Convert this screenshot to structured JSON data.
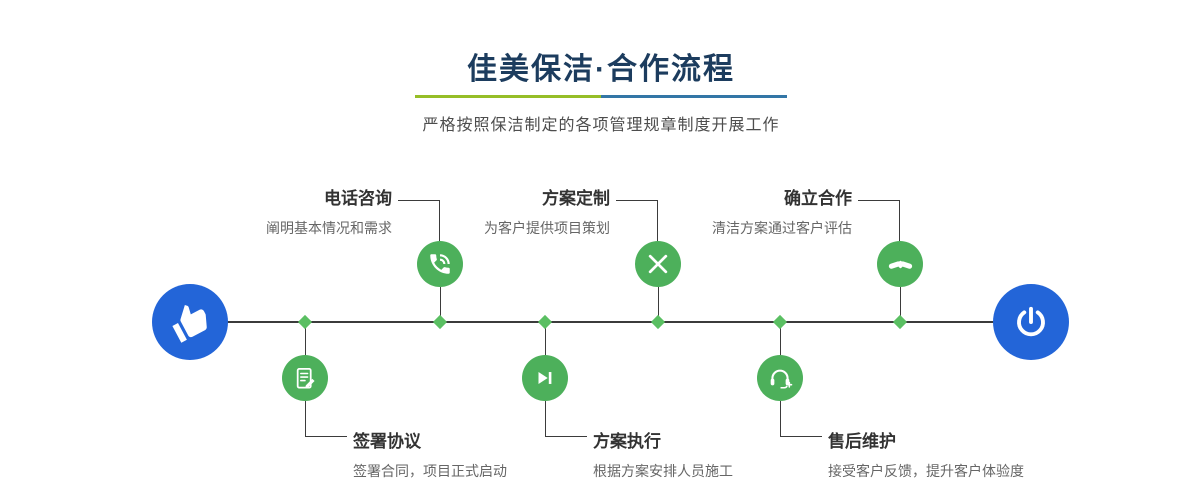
{
  "header": {
    "title": "佳美保洁·合作流程",
    "subtitle": "严格按照保洁制定的各项管理规章制度开展工作"
  },
  "timeline": {
    "start_icon": "pointing-hand-icon",
    "end_icon": "power-icon"
  },
  "steps": {
    "top": [
      {
        "title": "电话咨询",
        "desc": "阐明基本情况和需求",
        "icon": "phone-icon"
      },
      {
        "title": "方案定制",
        "desc": "为客户提供项目策划",
        "icon": "tools-icon"
      },
      {
        "title": "确立合作",
        "desc": "清洁方案通过客户评估",
        "icon": "handshake-icon"
      }
    ],
    "bottom": [
      {
        "title": "签署协议",
        "desc": "签署合同，项目正式启动",
        "icon": "document-edit-icon"
      },
      {
        "title": "方案执行",
        "desc": "根据方案安排人员施工",
        "icon": "play-icon"
      },
      {
        "title": "售后维护",
        "desc": "接受客户反馈，提升客户体验度",
        "icon": "headset-plus-icon"
      }
    ]
  },
  "colors": {
    "accent_blue": "#2365d8",
    "accent_green": "#4db05b",
    "diamond_green": "#5abf62",
    "line": "#3b3b3b",
    "title_color": "#1c3c5e",
    "underline_green": "#96be27",
    "underline_blue": "#3376a6"
  }
}
